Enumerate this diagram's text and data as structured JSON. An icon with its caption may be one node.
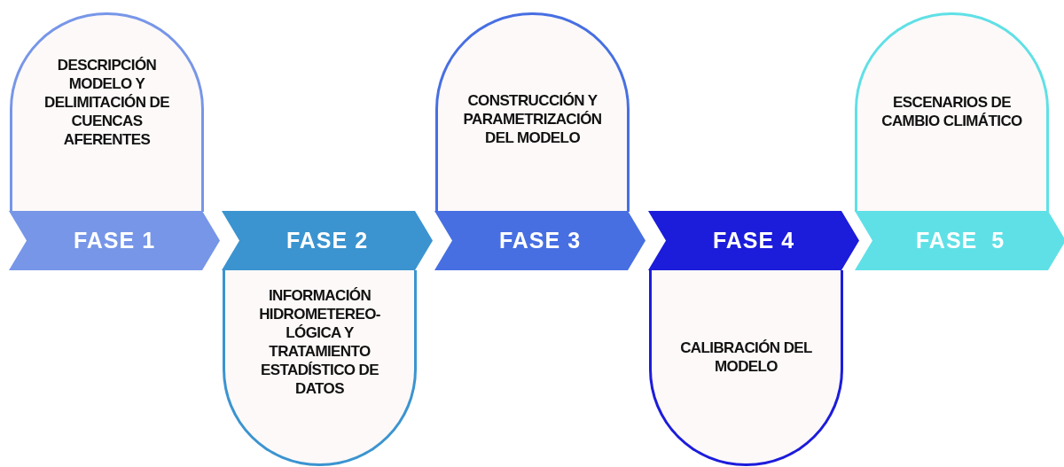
{
  "diagram": {
    "nodes": [
      {
        "text": [
          "DESCRIPCIÓN MODELO Y DELIMITACIÓN DE CUENCAS AFERENTES"
        ]
      },
      {
        "text": [
          "FASE 1"
        ]
      },
      {
        "text": [
          "FASE 2"
        ]
      },
      {
        "text": [
          "INFORMACIÓN HIDROMETEREO- LÓGICA Y TRATAMIENTO ESTADÍSTICO DE DATOS"
        ]
      },
      {
        "text": [
          "CONSTRUCCIÓN Y PARAMETRIZACIÓN DEL MODELO"
        ]
      },
      {
        "text": [
          "FASE 3"
        ]
      },
      {
        "text": [
          "FASE 4"
        ]
      },
      {
        "text": [
          "CALIBRACIÓN DEL MODELO"
        ]
      },
      {
        "text": [
          "ESCENARIOS DE CAMBIO CLIMÁTICO"
        ]
      },
      {
        "text": [
          "FASE  5"
        ]
      }
    ]
  }
}
